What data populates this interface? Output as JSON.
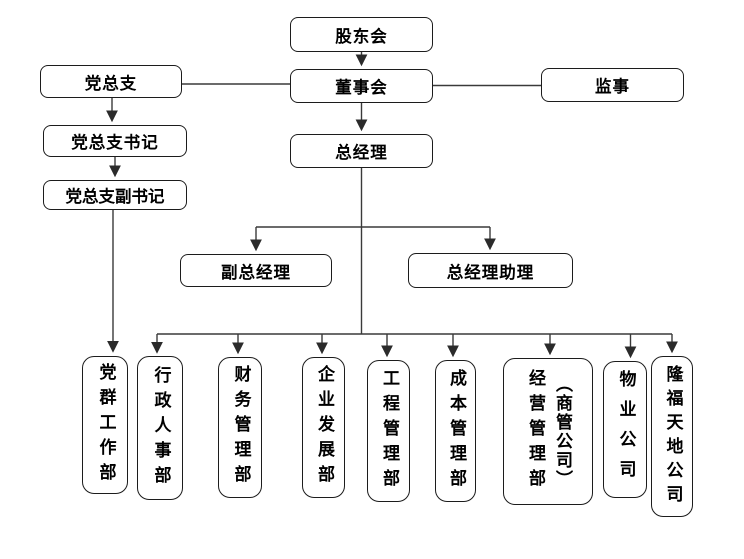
{
  "nodes": {
    "shareholders": {
      "label": "股东会"
    },
    "board": {
      "label": "董事会"
    },
    "party_branch": {
      "label": "党总支"
    },
    "supervisor": {
      "label": "监事"
    },
    "party_secretary": {
      "label": "党总支书记"
    },
    "party_deputy_secretary": {
      "label": "党总支副书记"
    },
    "general_manager": {
      "label": "总经理"
    },
    "deputy_gm": {
      "label": "副总经理"
    },
    "gm_assistant": {
      "label": "总经理助理"
    }
  },
  "departments": [
    {
      "label": "党群工作部"
    },
    {
      "label": "行政人事部"
    },
    {
      "label": "财务管理部"
    },
    {
      "label": "企业发展部"
    },
    {
      "label": "工程管理部"
    },
    {
      "label": "成本管理部"
    },
    {
      "label": "经营管理部",
      "label2": "（商管公司）"
    },
    {
      "label": "物业公司"
    },
    {
      "label": "隆福天地公司"
    }
  ],
  "colors": {
    "line": "#3a3a3a",
    "arrowhead": "#2b2b2b",
    "box_border": "#1c1c1c",
    "box_fill": "#ffffff",
    "background": "#ffffff"
  }
}
